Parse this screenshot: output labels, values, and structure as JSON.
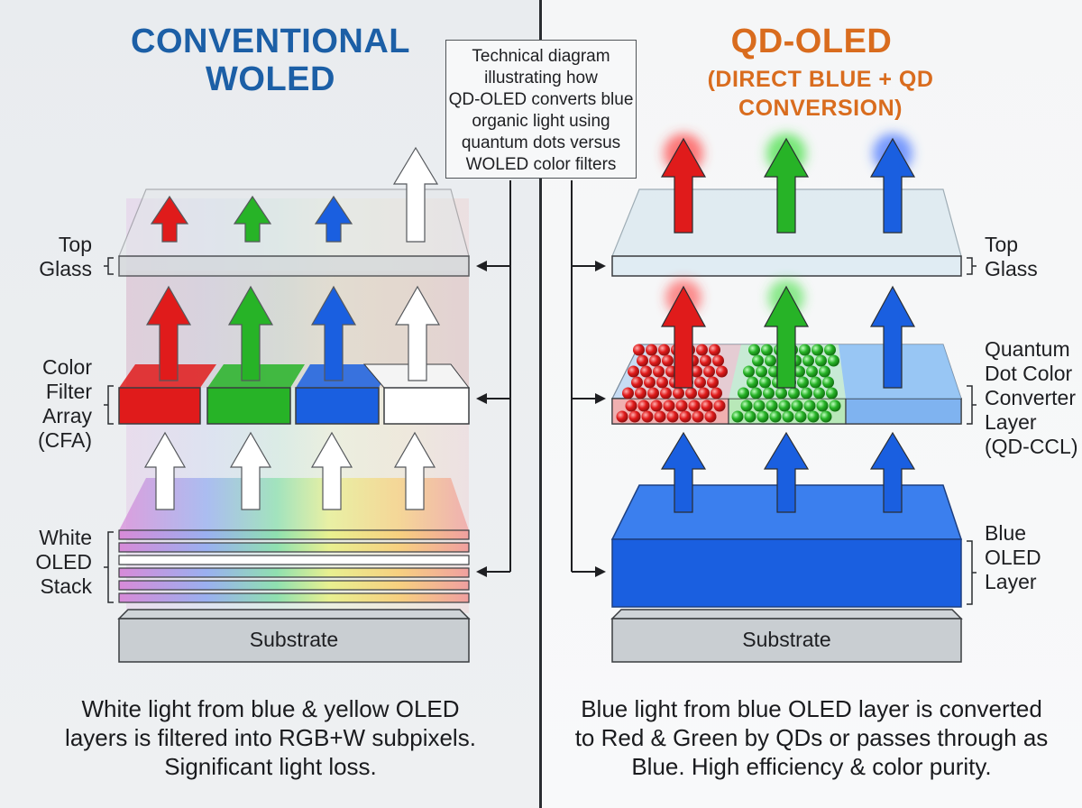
{
  "titles": {
    "left_line1": "CONVENTIONAL",
    "left_line2": "WOLED",
    "right_line1": "QD-OLED",
    "right_line2": "(DIRECT BLUE + QD CONVERSION)"
  },
  "callout": {
    "lines": [
      "Technical diagram",
      "illustrating how",
      "QD-OLED converts blue",
      "organic light using",
      "quantum dots versus",
      "WOLED color filters"
    ]
  },
  "left_labels": {
    "top_glass": [
      "Top",
      "Glass"
    ],
    "cfa": [
      "Color",
      "Filter",
      "Array",
      "(CFA)"
    ],
    "white_oled": [
      "White",
      "OLED",
      "Stack"
    ],
    "substrate": "Substrate"
  },
  "right_labels": {
    "top_glass": [
      "Top",
      "Glass"
    ],
    "qdccl": [
      "Quantum",
      "Dot Color",
      "Converter",
      "Layer",
      "(QD-CCL)"
    ],
    "blue_oled": [
      "Blue",
      "OLED",
      "Layer"
    ],
    "substrate": "Substrate"
  },
  "captions": {
    "left": [
      "White light from blue & yellow OLED",
      "layers is filtered into RGB+W subpixels.",
      "Significant light loss."
    ],
    "right": [
      "Blue light from blue OLED layer is converted",
      "to Red & Green by QDs or passes through as",
      "Blue. High efficiency & color purity."
    ]
  },
  "colors": {
    "red": "#e01b1b",
    "green": "#27b327",
    "blue": "#1a5fe0",
    "white": "#ffffff",
    "title_blue": "#1c5fa6",
    "title_orange": "#d96c1e"
  }
}
